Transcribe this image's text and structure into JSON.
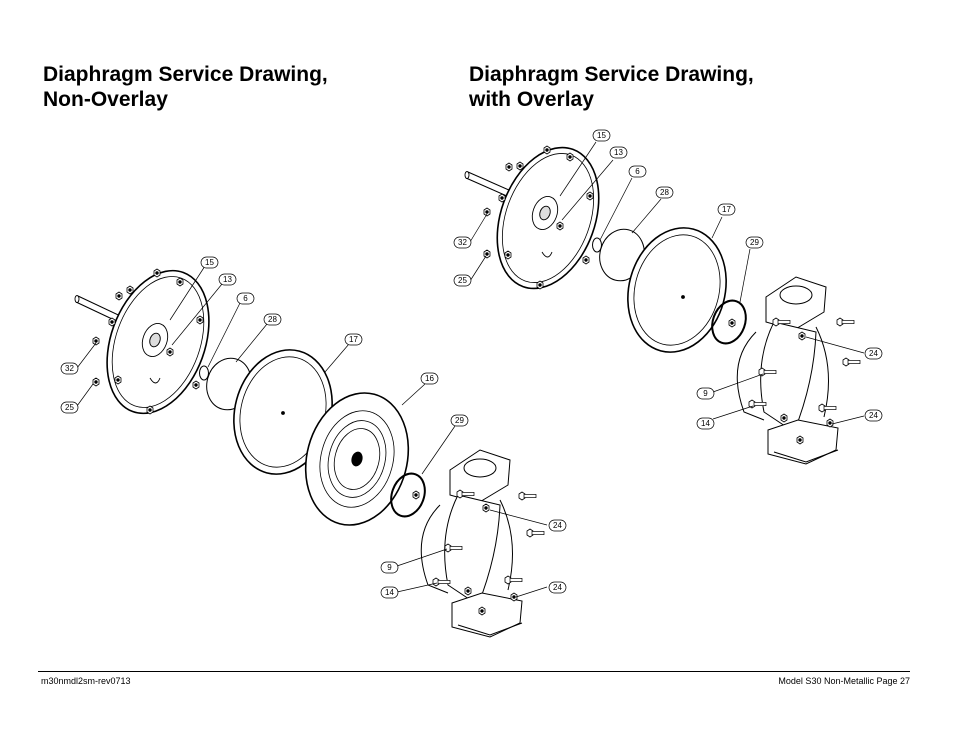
{
  "left_drawing": {
    "title_line1": "Diaphragm Service Drawing,",
    "title_line2": "Non-Overlay",
    "callouts": [
      "15",
      "13",
      "6",
      "28",
      "17",
      "16",
      "29",
      "32",
      "25",
      "24",
      "9",
      "14",
      "24"
    ]
  },
  "right_drawing": {
    "title_line1": "Diaphragm Service Drawing,",
    "title_line2": "with Overlay",
    "callouts": [
      "15",
      "13",
      "6",
      "28",
      "17",
      "29",
      "32",
      "25",
      "24",
      "9",
      "14",
      "24"
    ]
  },
  "footer": {
    "doc_id": "m30nmdl2sm-rev0713",
    "page_label": "Model S30 Non-Metallic Page 27"
  },
  "colors": {
    "ink": "#000000",
    "paper": "#ffffff",
    "shade": "#dddddd"
  }
}
